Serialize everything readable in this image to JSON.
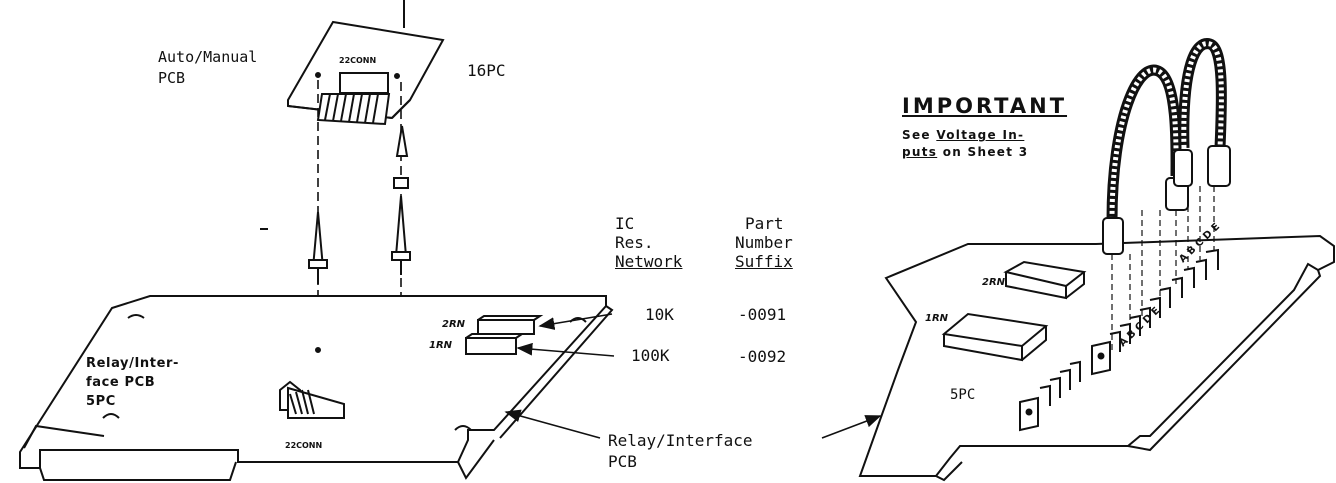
{
  "labels": {
    "auto_manual_pcb": "Auto/Manual\nPCB",
    "pc16": "16PC",
    "conn_top": "22CONN",
    "conn_bottom": "22CONN",
    "relay_interface_pcb_left": "Relay/Inter-\nface PCB\n5PC",
    "rn2_left": "2RN",
    "rn1_left": "1RN",
    "relay_interface_pcb_callout": "Relay/Interface\nPCB",
    "rn2_right": "2RN",
    "rn1_right": "1RN",
    "pc5_right": "5PC",
    "terminal_letters_row1": "A B C D E",
    "terminal_letters_row2": "A B C D E"
  },
  "important": {
    "title": "IMPORTANT",
    "line1_prefix": "See ",
    "line1_link": "Voltage In-",
    "line2_link": "puts",
    "line2_suffix": " on Sheet 3"
  },
  "table": {
    "col1_header": [
      "IC",
      "Res.",
      "Network"
    ],
    "col2_header": [
      "Part",
      "Number",
      "Suffix"
    ],
    "rows": [
      {
        "network": "10K",
        "suffix": "-0091"
      },
      {
        "network": "100K",
        "suffix": "-0092"
      }
    ]
  },
  "colors": {
    "ink": "#111111",
    "background": "#ffffff"
  }
}
